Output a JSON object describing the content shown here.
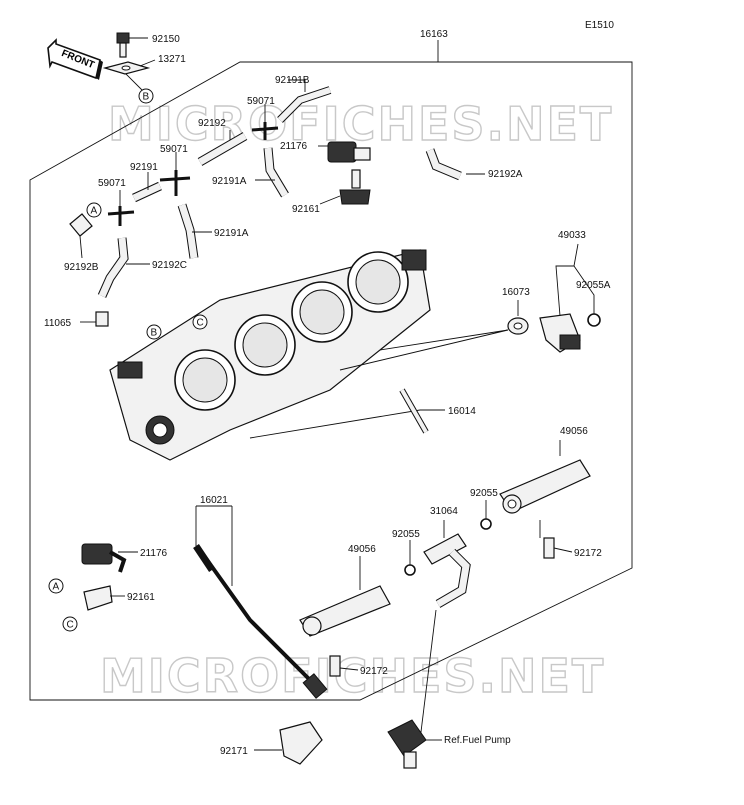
{
  "diagram": {
    "code": "E1510",
    "front_label": "FRONT",
    "watermark": "MICROFICHES.NET",
    "assembly_number": "16163",
    "parts": [
      {
        "key": "p92150",
        "label": "92150"
      },
      {
        "key": "p13271",
        "label": "13271"
      },
      {
        "key": "p92191B",
        "label": "92191B"
      },
      {
        "key": "p59071a",
        "label": "59071"
      },
      {
        "key": "p92192",
        "label": "92192"
      },
      {
        "key": "p21176a",
        "label": "21176"
      },
      {
        "key": "p59071b",
        "label": "59071"
      },
      {
        "key": "p92191",
        "label": "92191"
      },
      {
        "key": "p92191Aa",
        "label": "92191A"
      },
      {
        "key": "p92192A",
        "label": "92192A"
      },
      {
        "key": "p59071c",
        "label": "59071"
      },
      {
        "key": "p92161a",
        "label": "92161"
      },
      {
        "key": "p92191Ab",
        "label": "92191A"
      },
      {
        "key": "p49033",
        "label": "49033"
      },
      {
        "key": "p92192B",
        "label": "92192B"
      },
      {
        "key": "p92192C",
        "label": "92192C"
      },
      {
        "key": "p16073",
        "label": "16073"
      },
      {
        "key": "p92055A",
        "label": "92055A"
      },
      {
        "key": "p11065",
        "label": "11065"
      },
      {
        "key": "p16014",
        "label": "16014"
      },
      {
        "key": "p49056a",
        "label": "49056"
      },
      {
        "key": "p16021",
        "label": "16021"
      },
      {
        "key": "p92055a",
        "label": "92055"
      },
      {
        "key": "p31064",
        "label": "31064"
      },
      {
        "key": "p92055b",
        "label": "92055"
      },
      {
        "key": "p49056b",
        "label": "49056"
      },
      {
        "key": "p21176b",
        "label": "21176"
      },
      {
        "key": "p92172a",
        "label": "92172"
      },
      {
        "key": "p92161b",
        "label": "92161"
      },
      {
        "key": "p92172b",
        "label": "92172"
      },
      {
        "key": "pRef",
        "label": "Ref.Fuel Pump"
      },
      {
        "key": "p92171",
        "label": "92171"
      }
    ],
    "callouts": [
      {
        "key": "cA1",
        "label": "A"
      },
      {
        "key": "cB1",
        "label": "B"
      },
      {
        "key": "cB2",
        "label": "B"
      },
      {
        "key": "cC1",
        "label": "C"
      },
      {
        "key": "cA2",
        "label": "A"
      },
      {
        "key": "cC2",
        "label": "C"
      }
    ]
  }
}
